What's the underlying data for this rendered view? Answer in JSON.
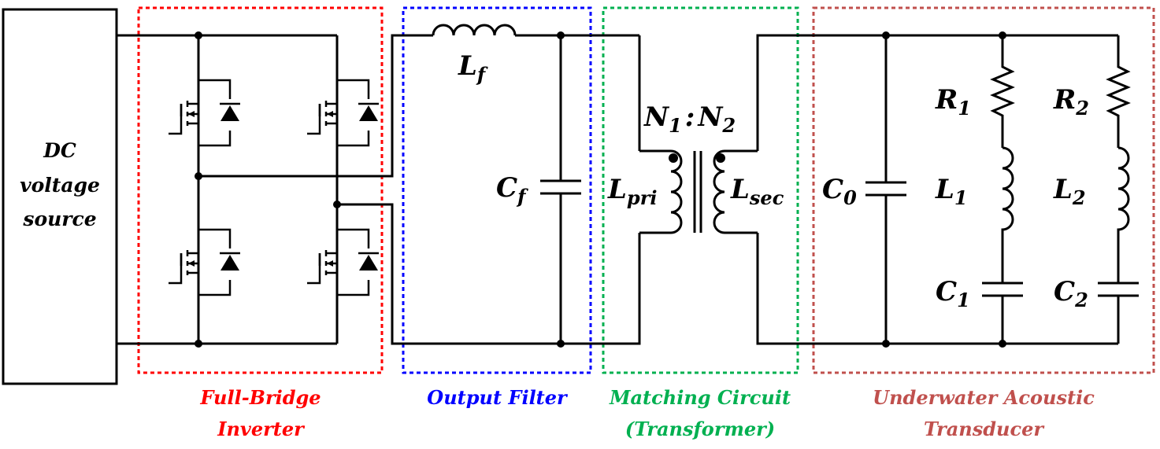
{
  "source": {
    "line1": "DC",
    "line2": "voltage",
    "line3": "source"
  },
  "blocks": {
    "inverter": {
      "line1": "Full-Bridge",
      "line2": "Inverter",
      "color": "#ff0000"
    },
    "filter": {
      "line1": "Output Filter",
      "color": "#0000ff"
    },
    "matching": {
      "line1": "Matching Circuit",
      "line2": "(Transformer)",
      "color": "#00b050"
    },
    "transducer": {
      "line1": "Underwater Acoustic",
      "line2": "Transducer",
      "color": "#c0504d"
    }
  },
  "components": {
    "lf": {
      "main": "L",
      "sub": "f"
    },
    "cf": {
      "main": "C",
      "sub": "f"
    },
    "lpri": {
      "main": "L",
      "sub": "pri"
    },
    "lsec": {
      "main": "L",
      "sub": "sec"
    },
    "ratio": {
      "n1": "N",
      "n1sub": "1",
      "sep": ":",
      "n2": "N",
      "n2sub": "2"
    },
    "c0": {
      "main": "C",
      "sub": "0"
    },
    "r1": {
      "main": "R",
      "sub": "1"
    },
    "l1": {
      "main": "L",
      "sub": "1"
    },
    "c1": {
      "main": "C",
      "sub": "1"
    },
    "r2": {
      "main": "R",
      "sub": "2"
    },
    "l2": {
      "main": "L",
      "sub": "2"
    },
    "c2": {
      "main": "C",
      "sub": "2"
    }
  }
}
